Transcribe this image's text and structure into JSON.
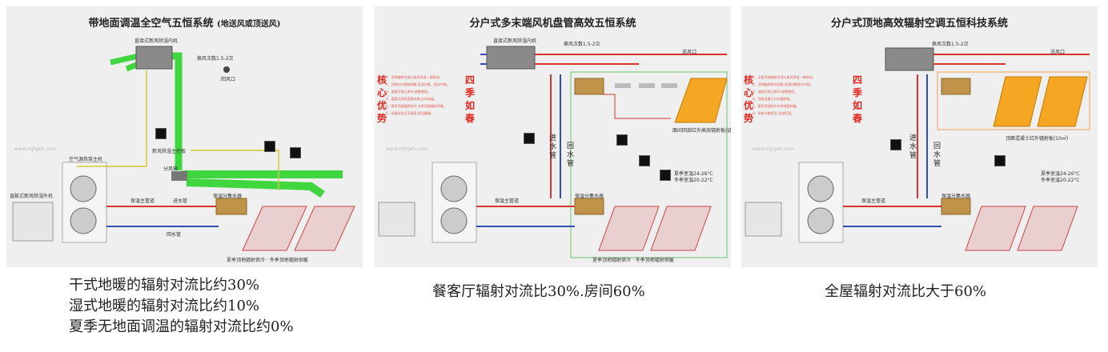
{
  "panels": [
    {
      "title": "带地面调温全空气五恒系统",
      "title_suffix": "(地送风或顶送风)",
      "labels": {
        "fresh_unit": "直接式新风除湿内机",
        "air_change": "换风次数1.5-2次",
        "return_port": "回风口",
        "controller": "新风除湿主控板",
        "split_box": "分风箱",
        "outdoor": "直膨式新风除湿外机",
        "hp_unit": "空气源热泵主机",
        "main_supply": "保温主管道",
        "supply_pipe": "进水管",
        "return_pipe": "回水管",
        "manifold": "保温分集水器",
        "floor_zone": "夏季顶地辐射供冷 · 冬季顶地辐射供暖"
      },
      "watermark": "www.mjtgeh.com"
    },
    {
      "title": "分户式多末端风机盘管高效五恒系统",
      "core": "核心优势",
      "seasons": "四季如春",
      "labels": {
        "fresh_unit": "直接式新风除湿内机",
        "air_change": "换风次数1.5-2次",
        "supply_port": "送风口",
        "supply_pipe": "进水管",
        "return_pipe": "回水管",
        "main_supply": "保温主管道",
        "manifold": "保温分集水器",
        "ceiling": "面间回部红外高效辐射板(选配)",
        "summer": "夏季室温24-26°C",
        "winter": "冬季室温20-22°C",
        "floor_zone": "夏季顶地辐射供冷 · 冬季顶地辐射供暖"
      },
      "notes": [
        "1、顶地辐射空调与新风除湿一体联动。",
        "2、顶地红外辐射制暖,室温均衡、舒适节能。",
        "3、温度可独立调节,按需使用。",
        "4、盘管式风机盘管末端,全年调温。",
        "5、夏季顶部辐射制冷,冬季顶部辐射采暖。",
        "6、风量恒定且无噪音,舒适健康。"
      ],
      "watermark": "www.mjtgeh.com"
    },
    {
      "title": "分户式顶地高效辐射空调五恒科技系统",
      "core": "核心优势",
      "seasons": "四季如春",
      "labels": {
        "air_change": "换风次数1.5-2次",
        "supply_port": "送风口",
        "supply_pipe": "进水管",
        "return_pipe": "回水管",
        "main_supply": "保温主管道",
        "manifold": "保温分集水器",
        "ceiling": "顶面混凝土红外辐射板(10㎡)",
        "summer": "夏季室温24-26°C",
        "winter": "冬季室温20-22°C"
      },
      "notes": [
        "1、全屋顶地辐射空调与新风除湿一体联动。",
        "2、顶地辐射制冷制暖,室温均衡舒适节能。",
        "3、温度可独立调节,按需使用。",
        "4、顶面混凝土红外辐射板。",
        "5、夏季顶部制冷冬季地面制暖。",
        "6、系统节能舒适,长效恒温。"
      ],
      "watermark": "www.mjtgeh.com"
    }
  ],
  "captions": {
    "p1": [
      "干式地暖的辐射对流比约30%",
      "湿式地暖的辐射对流比约10%",
      "夏季无地面调温的辐射对流比约0%"
    ],
    "p2": "餐客厅辐射对流比30%.房间60%",
    "p3": "全屋辐射对流比大于60%"
  },
  "colors": {
    "hot": "#d9342b",
    "cold": "#2f4fb0",
    "duct": "#3fd63f",
    "panel_yellow": "#f5a623",
    "frame": "#6cc36c"
  }
}
